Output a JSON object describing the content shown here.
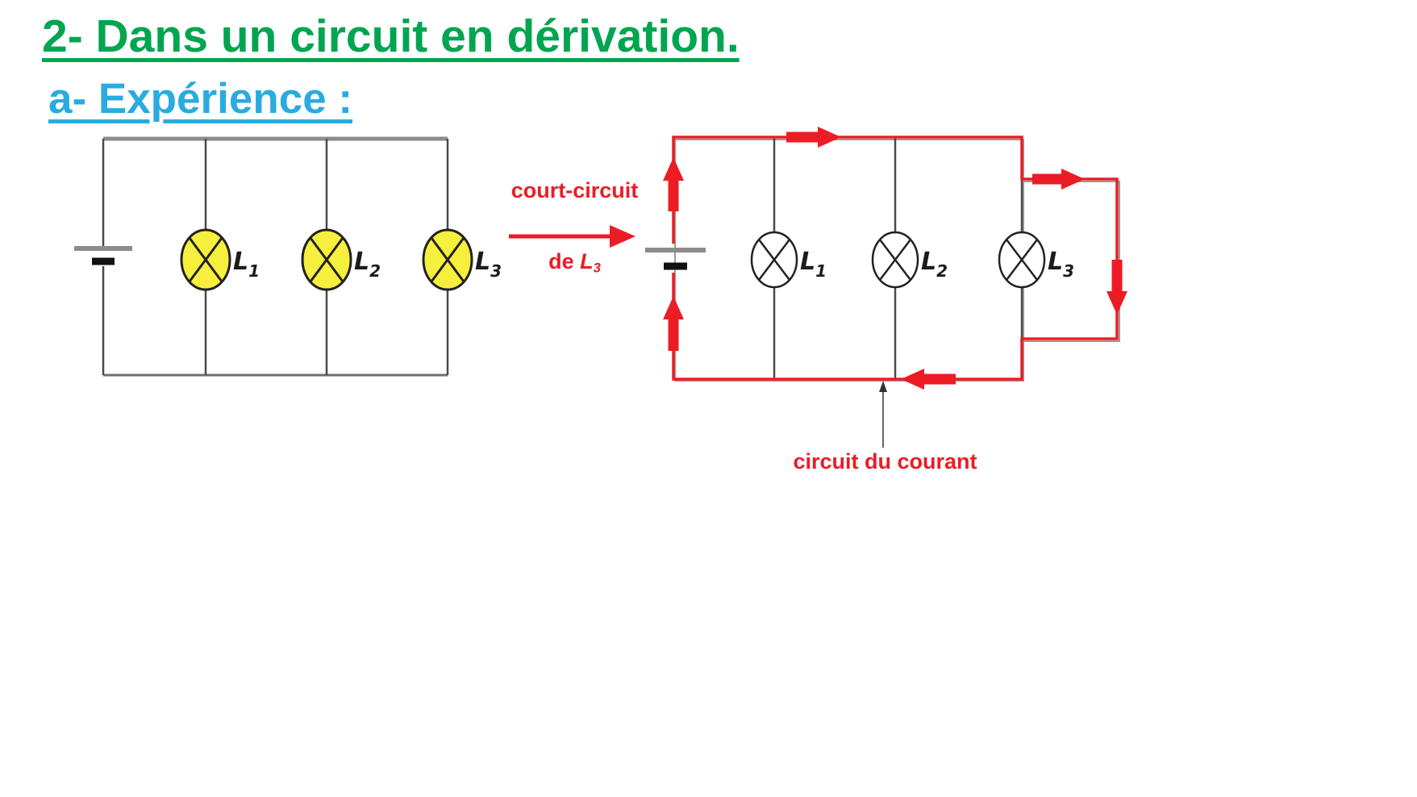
{
  "slide": {
    "title": "2- Dans un circuit en dérivation.",
    "subtitle": "a- Expérience :"
  },
  "colors": {
    "title_green": "#00a550",
    "subtitle_blue": "#29abe2",
    "accent_red": "#ec1c24",
    "lamp_yellow": "#f6ef3e",
    "wire_gray": "#8c8c8c",
    "wire_dark": "#4a4a4a"
  },
  "left_circuit": {
    "lamps": [
      {
        "letter": "L",
        "sub": "1"
      },
      {
        "letter": "L",
        "sub": "2"
      },
      {
        "letter": "L",
        "sub": "3"
      }
    ]
  },
  "transition": {
    "top_label": "court-circuit",
    "bottom_prefix": "de ",
    "bottom_letter": "L",
    "bottom_sub": "3"
  },
  "right_circuit": {
    "lamps": [
      {
        "letter": "L",
        "sub": "1"
      },
      {
        "letter": "L",
        "sub": "2"
      },
      {
        "letter": "L",
        "sub": "3"
      }
    ],
    "caption": "circuit du courant"
  }
}
